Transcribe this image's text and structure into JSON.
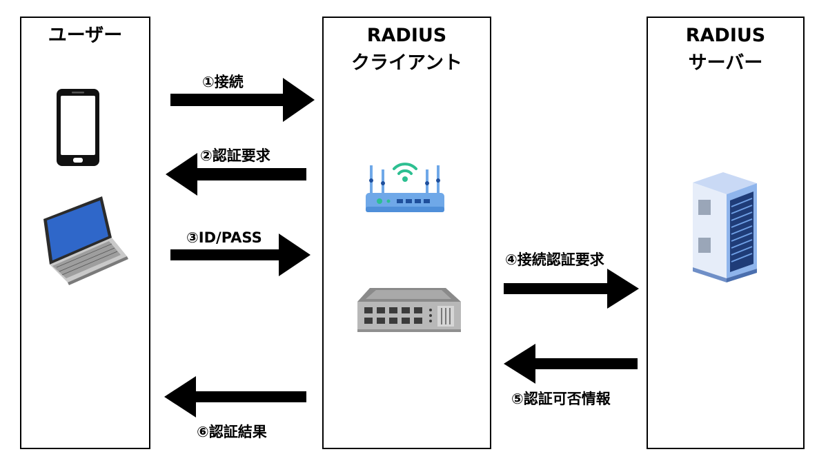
{
  "columns": {
    "user": {
      "title_line1": "ユーザー"
    },
    "client": {
      "title_line1": "RADIUS",
      "title_line2": "クライアント"
    },
    "server": {
      "title_line1": "RADIUS",
      "title_line2": "サーバー"
    }
  },
  "steps": [
    {
      "label": "①接続",
      "direction": "right"
    },
    {
      "label": "②認証要求",
      "direction": "left"
    },
    {
      "label": "③ID/PASS",
      "direction": "right"
    },
    {
      "label": "④接続認証要求",
      "direction": "right"
    },
    {
      "label": "⑤認証可否情報",
      "direction": "left"
    },
    {
      "label": "⑥認証結果",
      "direction": "left"
    }
  ],
  "icons": {
    "user": [
      "smartphone-icon",
      "laptop-icon"
    ],
    "client": [
      "wifi-router-icon",
      "network-switch-icon"
    ],
    "server": [
      "server-rack-icon"
    ]
  },
  "colors": {
    "arrow": "#000000",
    "router": "#6fa8e8",
    "wifi": "#2dbf91",
    "laptop_screen": "#2f67c9",
    "server": "#8fb5ec"
  }
}
